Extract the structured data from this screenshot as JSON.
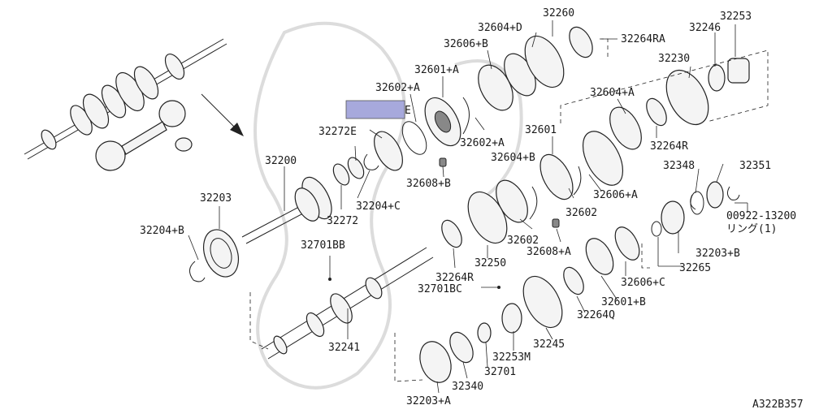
{
  "diagram_id": "A322B357",
  "highlight_box_color": "#a7a9dc",
  "labels": {
    "p32260": "32260",
    "p32604D": "32604+D",
    "p32264RA": "32264RA",
    "p32606B": "32606+B",
    "p32253": "32253",
    "p32246": "32246",
    "p32230": "32230",
    "p32601A": "32601+A",
    "p32602A_top": "32602+A",
    "p32604A": "32604+A",
    "hl_suffix": "E",
    "p32272E": "32272E",
    "p32602A_mid": "32602+A",
    "p32601": "32601",
    "p32264R_upper": "32264R",
    "p32604B": "32604+B",
    "p32200": "32200",
    "p32608B": "32608+B",
    "p32348": "32348",
    "p32351": "32351",
    "p32606A": "32606+A",
    "p32203": "32203",
    "p32204C": "32204+C",
    "p32602": "32602",
    "p00922": "00922-13200",
    "ring_note": "リング(1)",
    "p32272": "32272",
    "p32204B": "32204+B",
    "p32602_lower": "32602",
    "p32203B": "32203+B",
    "p32701BB": "32701BB",
    "p32608A": "32608+A",
    "p32265": "32265",
    "p32250": "32250",
    "p32264R_lower": "32264R",
    "p32606C": "32606+C",
    "p32701BC": "32701BC",
    "p32601B": "32601+B",
    "p32264Q": "32264Q",
    "p32245": "32245",
    "p32241": "32241",
    "p32253M": "32253M",
    "p32701": "32701",
    "p32340": "32340",
    "p32203A": "32203+A"
  }
}
